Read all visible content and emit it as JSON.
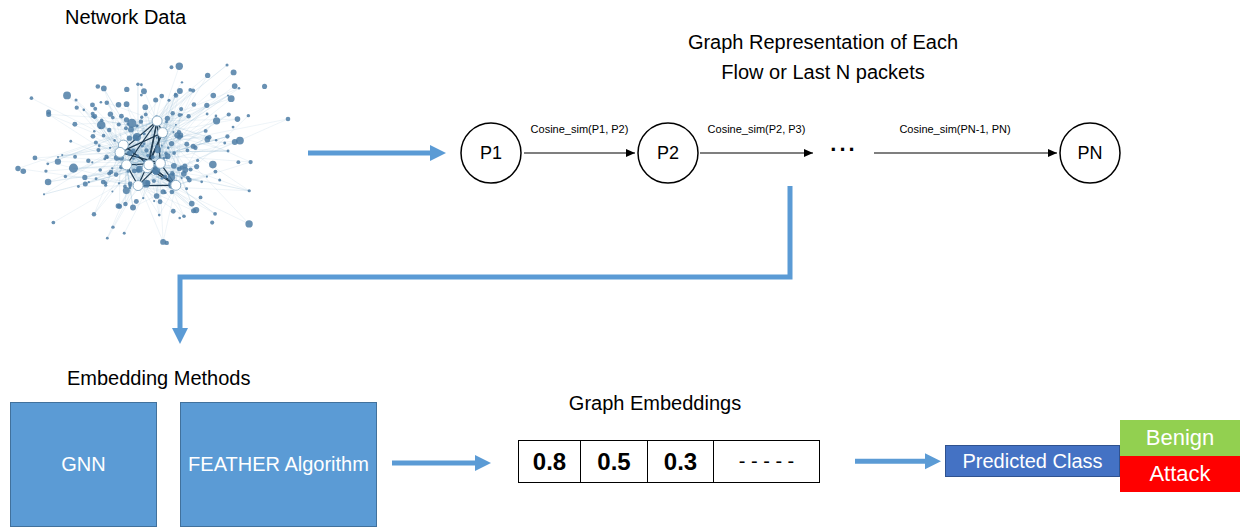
{
  "diagram": {
    "nodes": [
      {
        "text": [
          "P1"
        ]
      },
      {
        "text": [
          "P2"
        ]
      },
      {
        "text": [
          "PN"
        ]
      },
      {
        "text": [
          "GNN"
        ]
      },
      {
        "text": [
          "FEATHER Algorithm"
        ]
      },
      {
        "text": [
          "0.8"
        ]
      },
      {
        "text": [
          "0.5"
        ]
      },
      {
        "text": [
          "0.3"
        ]
      },
      {
        "text": [
          "- - - - -"
        ]
      },
      {
        "text": [
          "Predicted Class"
        ]
      },
      {
        "text": [
          "Benign"
        ]
      },
      {
        "text": [
          "Attack"
        ]
      }
    ],
    "edges": [
      {
        "from": 0,
        "to": 1,
        "label": "Cosine_sim(P1, P2)",
        "arrow": "to"
      },
      {
        "from": 4,
        "to": 5,
        "arrow": "to"
      },
      {
        "from": 8,
        "to": 9,
        "arrow": "to"
      }
    ],
    "labels": [
      "Network Data",
      "Graph Representation of Each Flow or Last N packets",
      "Cosine_sim(P2, P3)",
      "...",
      "Cosine_sim(PN-1, PN)",
      "Embedding Methods",
      "Graph Embeddings"
    ]
  }
}
